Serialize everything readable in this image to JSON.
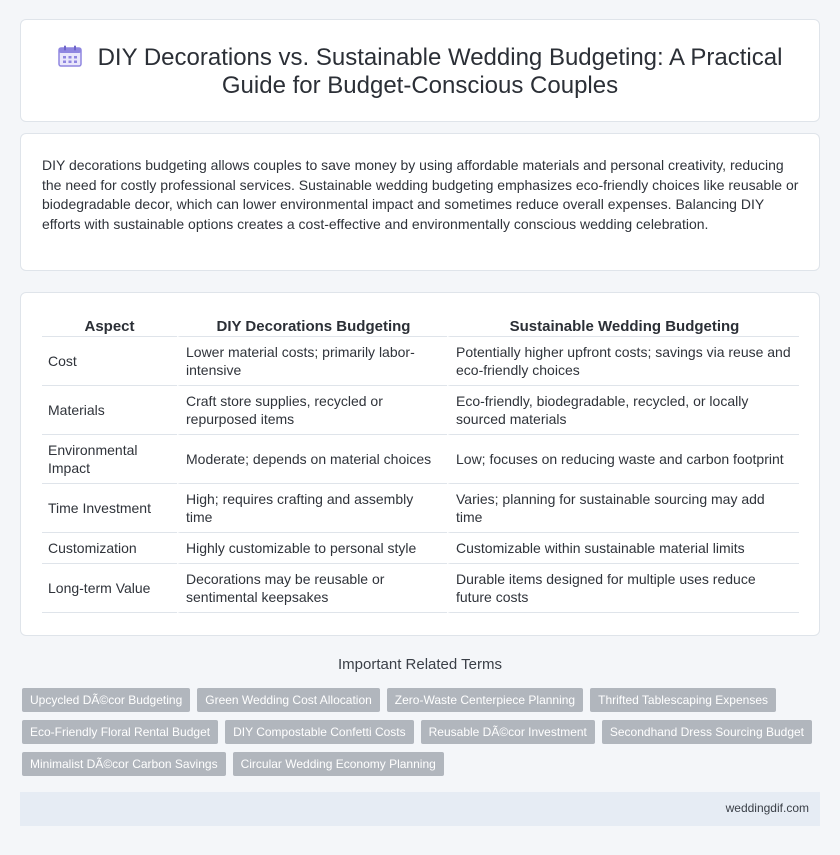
{
  "header": {
    "title": "DIY Decorations vs. Sustainable Wedding Budgeting: A Practical Guide for Budget-Conscious Couples",
    "icon": "calendar-icon"
  },
  "summary": {
    "text": "DIY decorations budgeting allows couples to save money by using affordable materials and personal creativity, reducing the need for costly professional services. Sustainable wedding budgeting emphasizes eco-friendly choices like reusable or biodegradable decor, which can lower environmental impact and sometimes reduce overall expenses. Balancing DIY efforts with sustainable options creates a cost-effective and environmentally conscious wedding celebration."
  },
  "table": {
    "headers": [
      "Aspect",
      "DIY Decorations Budgeting",
      "Sustainable Wedding Budgeting"
    ],
    "rows": [
      [
        "Cost",
        "Lower material costs; primarily labor-intensive",
        "Potentially higher upfront costs; savings via reuse and eco-friendly choices"
      ],
      [
        "Materials",
        "Craft store supplies, recycled or repurposed items",
        "Eco-friendly, biodegradable, recycled, or locally sourced materials"
      ],
      [
        "Environmental Impact",
        "Moderate; depends on material choices",
        "Low; focuses on reducing waste and carbon footprint"
      ],
      [
        "Time Investment",
        "High; requires crafting and assembly time",
        "Varies; planning for sustainable sourcing may add time"
      ],
      [
        "Customization",
        "Highly customizable to personal style",
        "Customizable within sustainable material limits"
      ],
      [
        "Long-term Value",
        "Decorations may be reusable or sentimental keepsakes",
        "Durable items designed for multiple uses reduce future costs"
      ]
    ]
  },
  "related": {
    "title": "Important Related Terms",
    "rows": [
      [
        "Upcycled DÃ©cor Budgeting",
        "Green Wedding Cost Allocation",
        "Zero-Waste Centerpiece Planning",
        "Thrifted Tablescaping Expenses"
      ],
      [
        "Eco-Friendly Floral Rental Budget",
        "DIY Compostable Confetti Costs",
        "Reusable DÃ©cor Investment",
        "Secondhand Dress Sourcing Budget"
      ],
      [
        "Minimalist DÃ©cor Carbon Savings",
        "Circular Wedding Economy Planning"
      ]
    ]
  },
  "footer": {
    "site": "weddingdif.com"
  },
  "colors": {
    "tag_bg": "#b1b6bd",
    "footer_bg": "#e6ecf4",
    "icon_accent": "#8f86e0"
  }
}
